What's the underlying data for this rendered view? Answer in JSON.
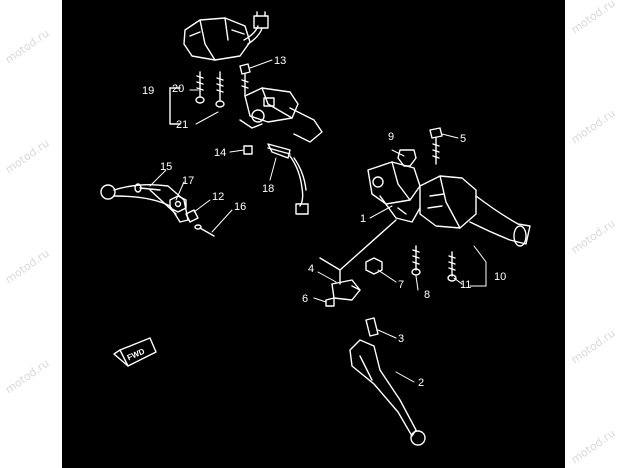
{
  "watermark": "motod.ru",
  "labels": {
    "l1": "1",
    "l2": "2",
    "l3": "3",
    "l4": "4",
    "l5": "5",
    "l6": "6",
    "l7": "7",
    "l8": "8",
    "l9": "9",
    "l10": "10",
    "l11": "11",
    "l12": "12",
    "l13": "13",
    "l14": "14",
    "l15": "15",
    "l16": "16",
    "l17": "17",
    "l18": "18",
    "l19": "19",
    "l20": "20",
    "l21": "21"
  },
  "fwd_label": "FWD",
  "colors": {
    "background": "#000000",
    "lines": "#ffffff",
    "margin": "#ffffff",
    "watermark": "#d9d9d9"
  }
}
